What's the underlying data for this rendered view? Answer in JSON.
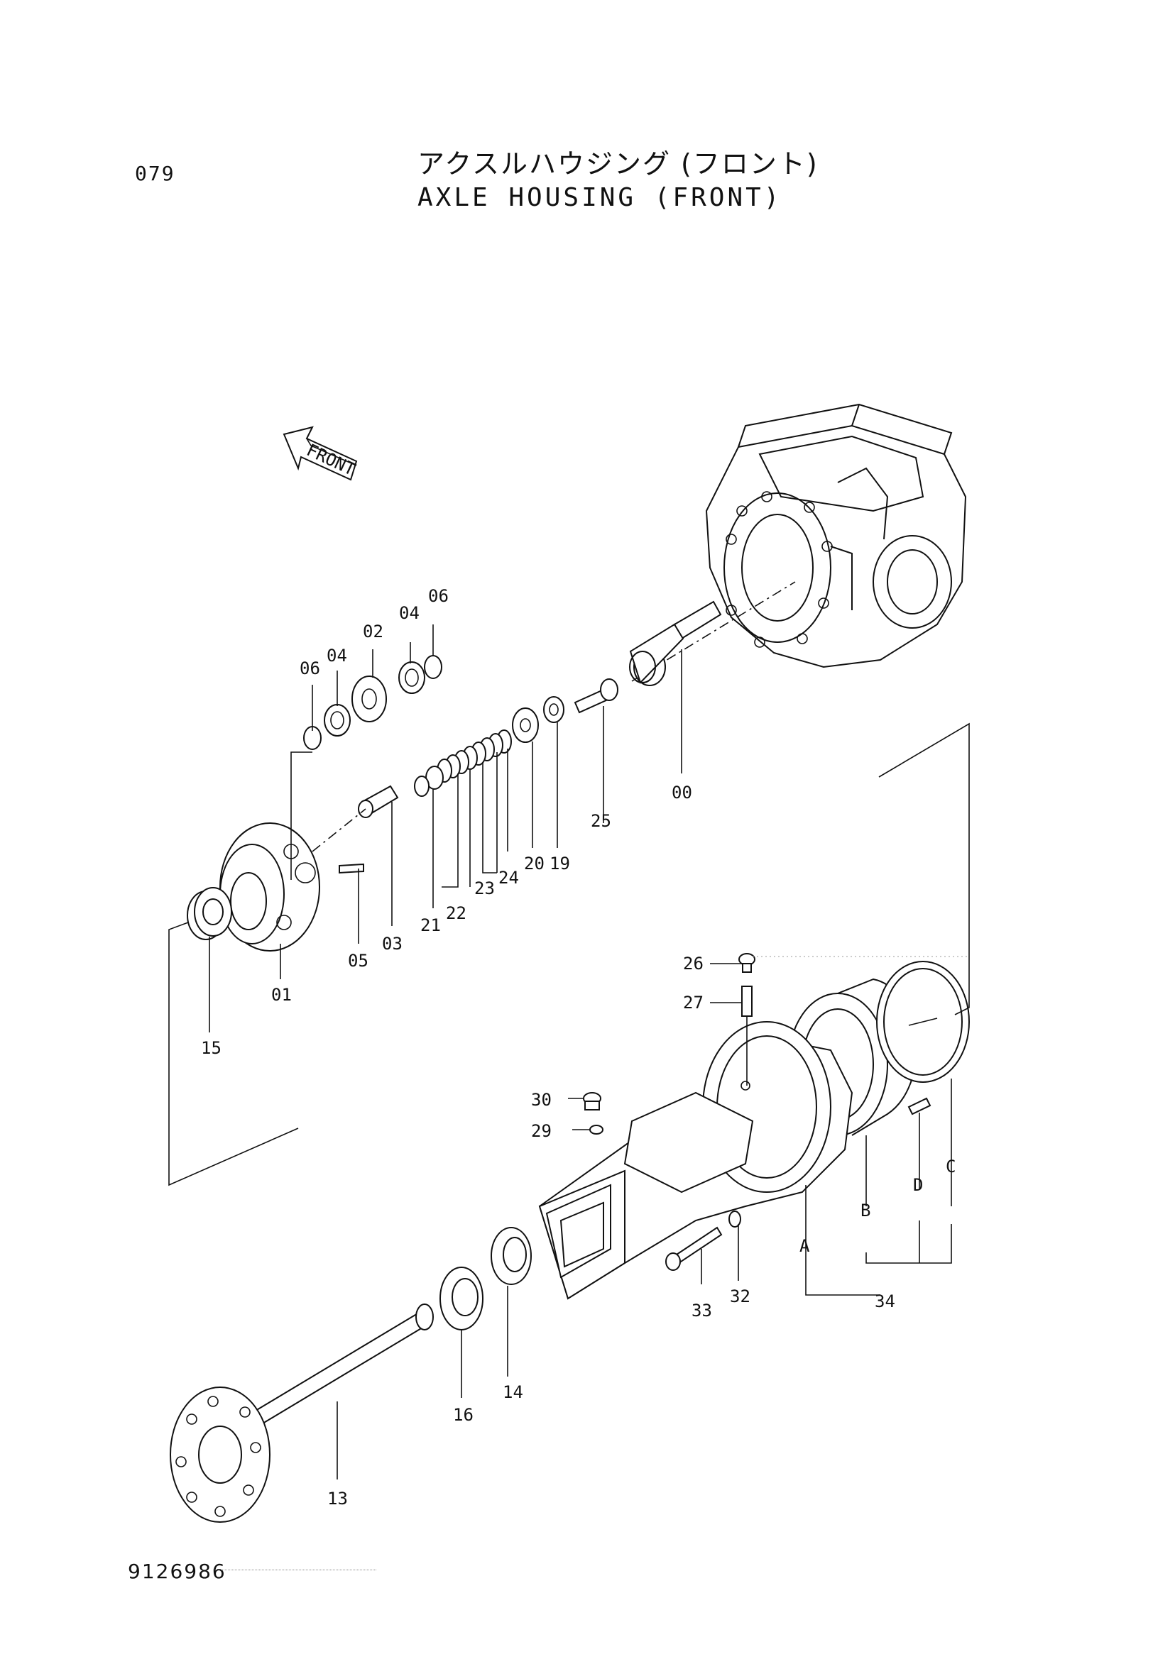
{
  "page_number": "079",
  "title_jp": "アクスルハウジング (フロント)",
  "title_en": "AXLE HOUSING (FRONT)",
  "direction_label": "FRONT",
  "doc_code": "9126986",
  "callouts": {
    "p00": "00",
    "p01": "01",
    "p02": "02",
    "p03": "03",
    "p04a": "04",
    "p04b": "04",
    "p05": "05",
    "p06a": "06",
    "p06b": "06",
    "p13": "13",
    "p14": "14",
    "p15": "15",
    "p16": "16",
    "p19": "19",
    "p20": "20",
    "p21": "21",
    "p22": "22",
    "p23": "23",
    "p24": "24",
    "p25": "25",
    "p26": "26",
    "p27": "27",
    "p29": "29",
    "p30": "30",
    "p32": "32",
    "p33": "33",
    "p34": "34",
    "A": "A",
    "B": "B",
    "C": "C",
    "D": "D"
  }
}
